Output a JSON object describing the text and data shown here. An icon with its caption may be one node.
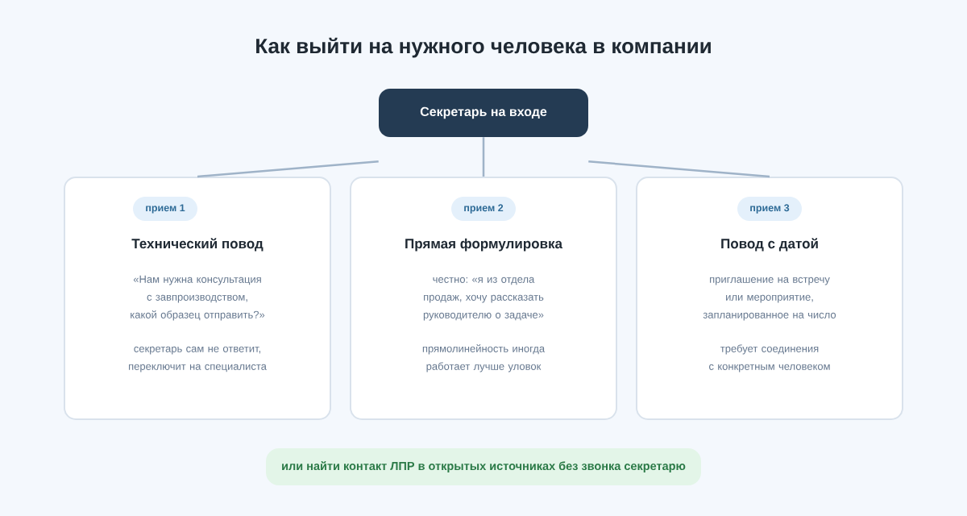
{
  "diagram": {
    "title": "Как выйти на нужного человека в компании",
    "nodes": [
      {
        "text": [
          "Секретарь на входе"
        ]
      },
      {
        "text": [
          "Технический повод",
          "«Нам нужна консультация с завпроизводством, какой образец отправить?»",
          "секретарь сам не ответит, переключит на специалиста"
        ]
      },
      {
        "text": [
          "прием 1"
        ],
        "in": 1
      },
      {
        "text": [
          "Прямая формулировка",
          "честно: «я из отдела продаж, хочу рассказать руководителю о задаче»",
          "прямолинейность иногда работает лучше уловок"
        ]
      },
      {
        "text": [
          "прием 2"
        ],
        "in": 3
      },
      {
        "text": [
          "Повод с датой",
          "приглашение на встречу или мероприятие, запланированное на число",
          "требует соединения с конкретным человеком"
        ]
      },
      {
        "text": [
          "прием 3"
        ],
        "in": 5
      },
      {
        "text": [
          "или найти контакт ЛПР в открытых источниках без звонка секретарю"
        ]
      }
    ],
    "edges": [
      {
        "from": 0,
        "to": 1,
        "arrow": "none"
      },
      {
        "from": 0,
        "to": 3,
        "arrow": "none"
      },
      {
        "from": 0,
        "to": 5,
        "arrow": "none"
      }
    ]
  }
}
